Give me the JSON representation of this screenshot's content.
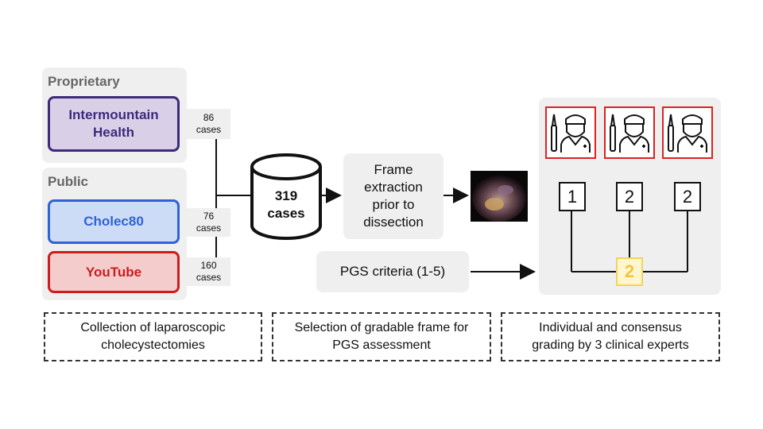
{
  "panels": {
    "proprietary_title": "Proprietary",
    "public_title": "Public"
  },
  "sources": {
    "intermountain": "Intermountain Health",
    "cholec80": "Cholec80",
    "youtube": "YouTube"
  },
  "counts": {
    "intermountain": {
      "num": "86",
      "unit": "cases"
    },
    "cholec80": {
      "num": "76",
      "unit": "cases"
    },
    "youtube": {
      "num": "160",
      "unit": "cases"
    }
  },
  "database": {
    "num": "319",
    "unit": "cases"
  },
  "frame_extraction": "Frame extraction prior to dissection",
  "pgs_criteria": "PGS criteria (1-5)",
  "grades": {
    "expert1": "1",
    "expert2": "2",
    "expert3": "2",
    "consensus": "2"
  },
  "captions": {
    "collection": "Collection of laparoscopic cholecystectomies",
    "selection": "Selection of gradable frame for PGS assessment",
    "grading": "Individual and consensus grading by 3 clinical experts"
  },
  "colors": {
    "intermountain_fill": "#d9d0e8",
    "intermountain_border": "#3d2a7a",
    "cholec80_fill": "#cddcf6",
    "cholec80_border": "#2f62d6",
    "youtube_fill": "#f5cccc",
    "youtube_border": "#cc1d1d",
    "expert_border": "#e02020",
    "consensus_fill": "#fff6cf",
    "consensus_border": "#f3d35a"
  },
  "icons": [
    "doctor-with-scalpel-icon",
    "surgical-frame-thumbnail"
  ]
}
